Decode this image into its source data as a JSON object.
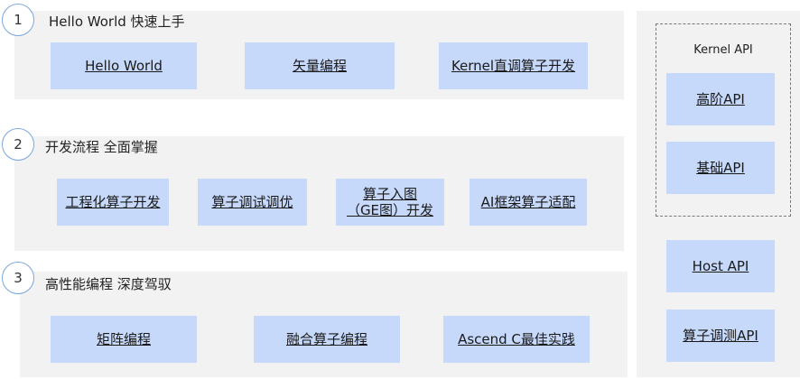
{
  "sections": [
    {
      "number": "1",
      "title": "Hello World 快速上手",
      "items": [
        "Hello World",
        "矢量编程",
        "Kernel直调算子开发"
      ]
    },
    {
      "number": "2",
      "title": "开发流程 全面掌握",
      "items": [
        "工程化算子开发",
        "算子调试调优",
        "算子入图\n（GE图）开发",
        "AI框架算子适配"
      ]
    },
    {
      "number": "3",
      "title": "高性能编程 深度驾驭",
      "items": [
        "矩阵编程",
        "融合算子编程",
        "Ascend C最佳实践"
      ]
    }
  ],
  "api_panel": {
    "kernel_api_title": "Kernel API",
    "kernel_api_items": [
      "高阶API",
      "基础API"
    ],
    "other_items": [
      "Host API",
      "算子调测API"
    ]
  },
  "colors": {
    "panel_bg": "#f2f2f2",
    "box_bg": "#c6d9fb",
    "circle_border": "#7aa6df"
  }
}
